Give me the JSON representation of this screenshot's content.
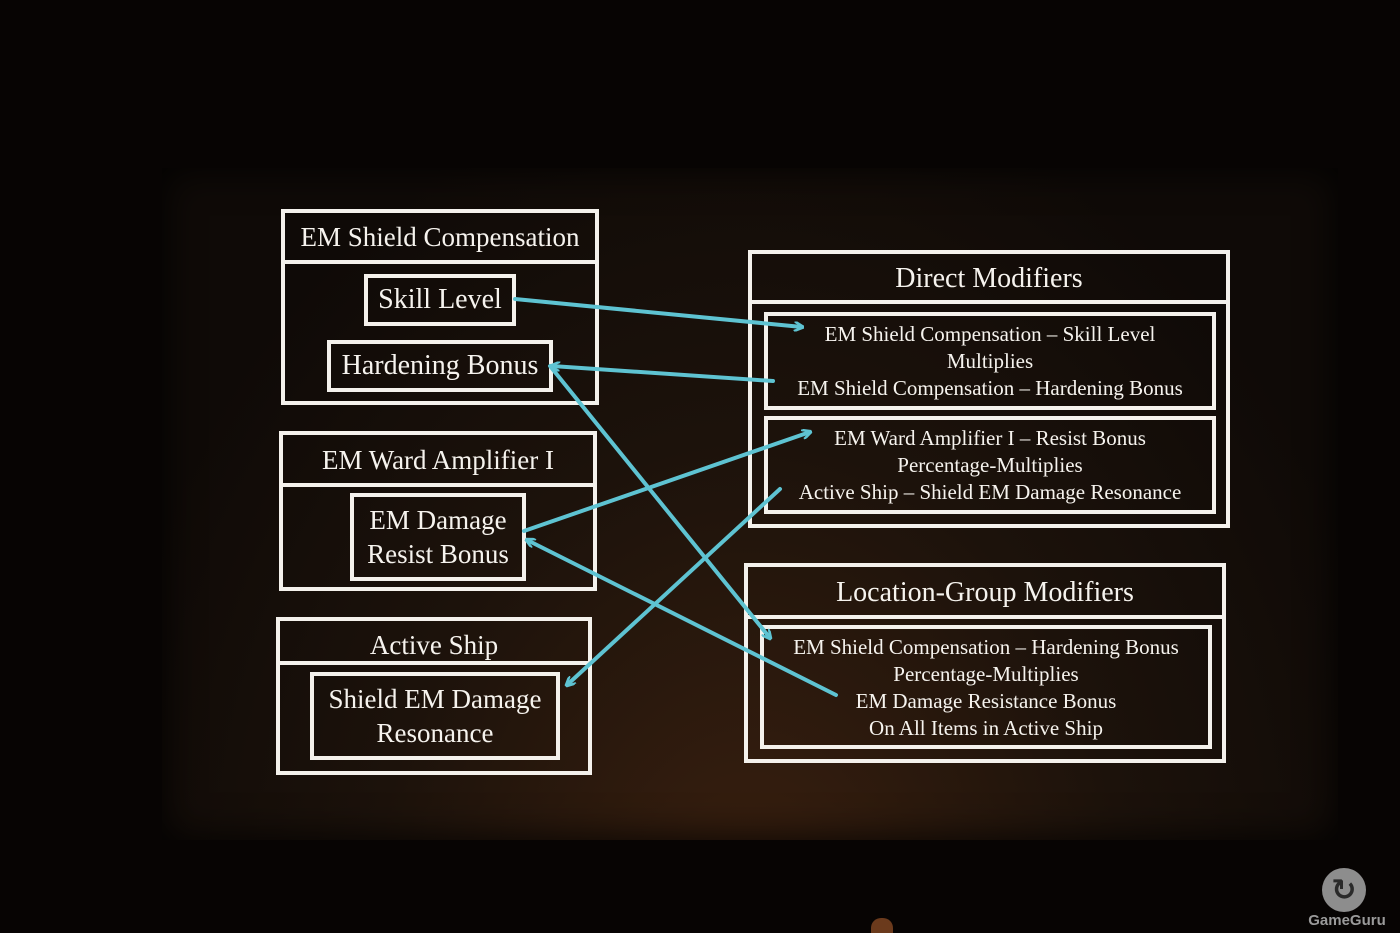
{
  "left": {
    "shield_comp": {
      "title": "EM Shield Compensation",
      "skill_level": "Skill Level",
      "hardening_bonus": "Hardening Bonus"
    },
    "ward_amp": {
      "title": "EM Ward Amplifier I",
      "attr_line1": "EM Damage",
      "attr_line2": "Resist Bonus"
    },
    "active_ship": {
      "title": "Active Ship",
      "attr_line1": "Shield EM Damage",
      "attr_line2": "Resonance"
    }
  },
  "right": {
    "direct": {
      "title": "Direct Modifiers",
      "group1": {
        "line1": "EM Shield Compensation – Skill Level",
        "line2": "Multiplies",
        "line3": "EM Shield Compensation – Hardening Bonus"
      },
      "group2": {
        "line1": "EM Ward Amplifier I – Resist Bonus",
        "line2": "Percentage-Multiplies",
        "line3": "Active Ship – Shield EM Damage Resonance"
      }
    },
    "location": {
      "title": "Location-Group Modifiers",
      "group": {
        "line1": "EM Shield Compensation – Hardening Bonus",
        "line2": "Percentage-Multiplies",
        "line3": "EM Damage Resistance Bonus",
        "line4": "On All Items in Active Ship"
      }
    }
  },
  "watermark": {
    "name": "GameGuru",
    "icon": "swirl-logo-icon"
  },
  "colors": {
    "arrow": "#5ec3d2",
    "box_stroke": "#f4f1ec",
    "text": "#f6f3ee"
  }
}
